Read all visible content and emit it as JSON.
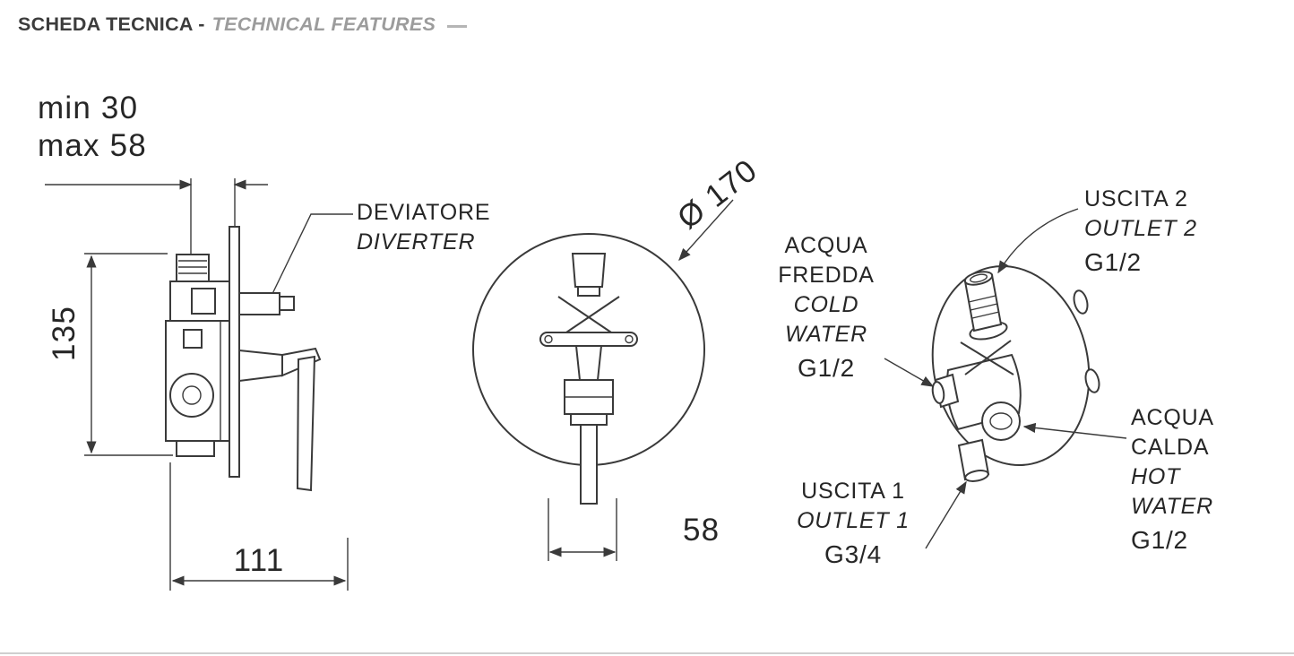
{
  "colors": {
    "line": "#3a3a3a",
    "dim_text": "#262626",
    "header_dark": "#3c3c3c",
    "header_gray": "#9c9c9c",
    "rule_gray": "#b5b5b5",
    "footer_rule": "#cfcfcf"
  },
  "header": {
    "title_it": "SCHEDA TECNICA -",
    "title_en": "TECHNICAL FEATURES"
  },
  "side_view": {
    "dim_depth_min": "min 30",
    "dim_depth_max": "max 58",
    "dim_height": "135",
    "dim_total_depth": "111",
    "diverter": {
      "it": "DEVIATORE",
      "en": "DIVERTER"
    }
  },
  "front_view": {
    "dim_plate_diameter": "Ø 170",
    "dim_body_width": "58"
  },
  "connections": {
    "outlet2": {
      "it": "USCITA 2",
      "en": "OUTLET 2",
      "thread": "G1/2"
    },
    "cold_water": {
      "it1": "ACQUA",
      "it2": "FREDDA",
      "en1": "COLD",
      "en2": "WATER",
      "thread": "G1/2"
    },
    "hot_water": {
      "it1": "ACQUA",
      "it2": "CALDA",
      "en1": "HOT",
      "en2": "WATER",
      "thread": "G1/2"
    },
    "outlet1": {
      "it": "USCITA 1",
      "en": "OUTLET 1",
      "thread": "G3/4"
    }
  }
}
